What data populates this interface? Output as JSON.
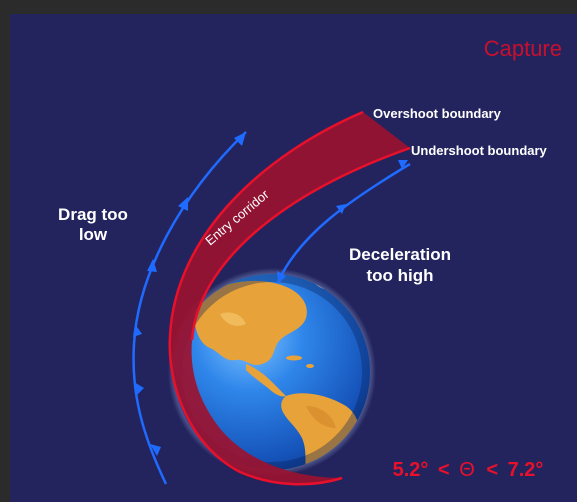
{
  "title": "Capture",
  "labels": {
    "overshoot": "Overshoot boundary",
    "undershoot": "Undershoot boundary",
    "corridor": "Entry corridor",
    "drag_line1": "Drag too",
    "drag_line2": "low",
    "decel_line1": "Deceleration",
    "decel_line2": "too high"
  },
  "formula": {
    "low": "5.2°",
    "op1": "<",
    "symbol": "Θ",
    "op2": "<",
    "high": "7.2°"
  },
  "colors": {
    "frame": "#2b2b2b",
    "background": "#23245e",
    "corridor_fill": "#9b1230",
    "corridor_edge": "#e8102a",
    "trajectory": "#1f6bff",
    "title": "#c8102e",
    "formula": "#e8102a",
    "ocean": "#1f6fd0",
    "land": "#e8a23a",
    "text": "#ffffff"
  }
}
